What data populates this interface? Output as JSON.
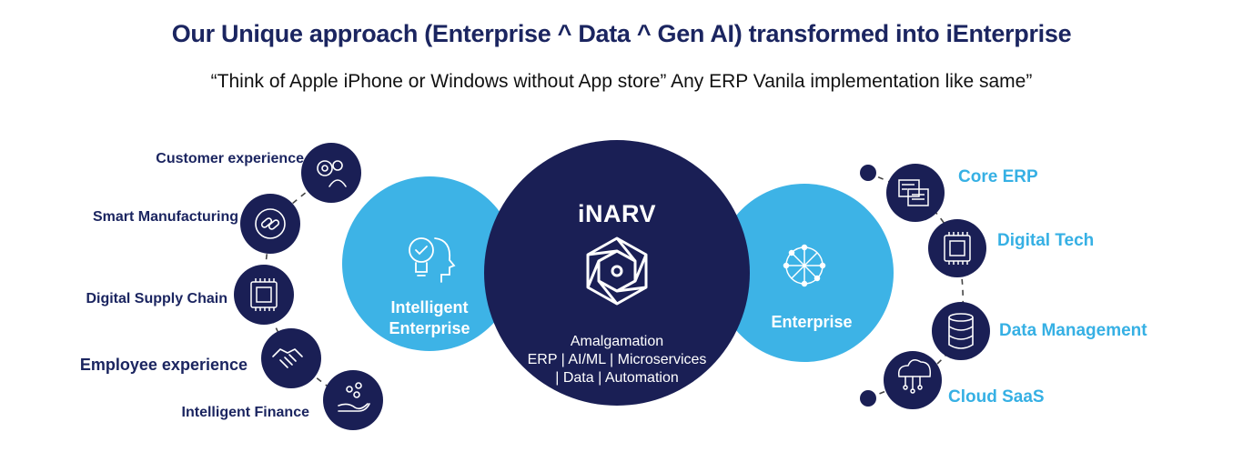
{
  "header": {
    "title": "Our Unique approach (Enterprise ^ Data ^ Gen AI) transformed into iEnterprise",
    "subtitle": "“Think of Apple iPhone or Windows without App store” Any ERP Vanila implementation like same”"
  },
  "center": {
    "name": "iNARV",
    "description_lines": [
      "Amalgamation",
      "ERP | AI/ML | Microservices",
      "| Data | Automation"
    ],
    "icon": "hexagon-knot-logo-icon"
  },
  "left_circle": {
    "label": "Intelligent\nEnterprise",
    "icon": "lightbulb-head-icon"
  },
  "right_circle": {
    "label": "Enterprise",
    "icon": "network-globe-icon"
  },
  "left_items": [
    {
      "label": "Customer experience",
      "icon": "customer-gear-icon"
    },
    {
      "label": "Smart Manufacturing",
      "icon": "cycle-link-icon"
    },
    {
      "label": "Digital Supply Chain",
      "icon": "chip-icon"
    },
    {
      "label": "Employee experience",
      "icon": "handshake-icon"
    },
    {
      "label": "Intelligent Finance",
      "icon": "hand-coins-icon"
    }
  ],
  "right_items": [
    {
      "label": "Core ERP",
      "icon": "documents-icon"
    },
    {
      "label": "Digital Tech",
      "icon": "chip-icon"
    },
    {
      "label": "Data Management",
      "icon": "database-icon"
    },
    {
      "label": "Cloud SaaS",
      "icon": "cloud-network-icon"
    }
  ],
  "colors": {
    "navy": "#1b2560",
    "center_circle": "#1a1f55",
    "light_blue": "#3db3e6",
    "connector": "#444444"
  }
}
